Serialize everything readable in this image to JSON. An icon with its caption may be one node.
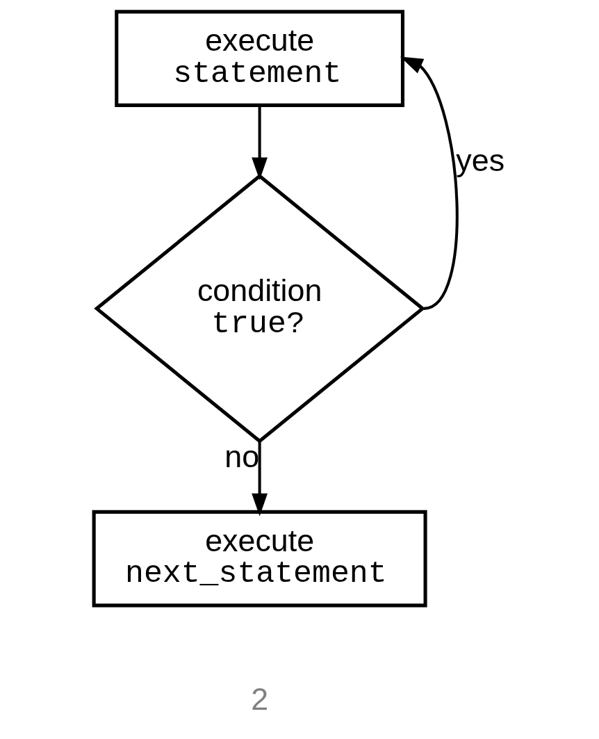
{
  "diagram": {
    "nodes": [
      {
        "text": [
          "execute",
          "statement"
        ]
      },
      {
        "text": [
          "condition",
          "true?"
        ]
      },
      {
        "text": [
          "execute",
          "next_statement"
        ]
      }
    ],
    "edges": [
      {
        "from": 0,
        "to": 1,
        "arrow": "to"
      },
      {
        "from": 1,
        "to": 0,
        "arrow": "to",
        "label": "yes"
      },
      {
        "from": 1,
        "to": 2,
        "arrow": "to",
        "label": "no"
      }
    ],
    "labels": [
      "2"
    ]
  }
}
